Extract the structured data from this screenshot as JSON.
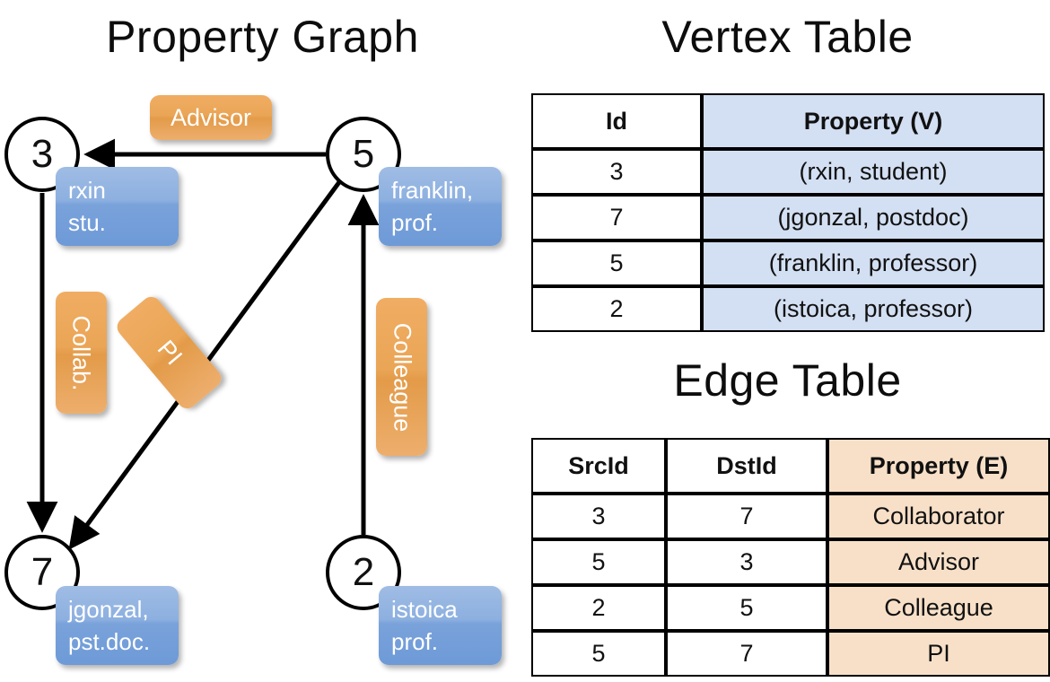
{
  "graph": {
    "title": "Property Graph",
    "nodes": [
      {
        "id": "3",
        "label_line1": "rxin",
        "label_line2": "stu."
      },
      {
        "id": "5",
        "label_line1": "franklin,",
        "label_line2": "prof."
      },
      {
        "id": "7",
        "label_line1": "jgonzal,",
        "label_line2": "pst.doc."
      },
      {
        "id": "2",
        "label_line1": "istoica",
        "label_line2": "prof."
      }
    ],
    "edge_labels": [
      {
        "text": "Advisor",
        "orientation": "horizontal"
      },
      {
        "text": "Collab.",
        "orientation": "vertical"
      },
      {
        "text": "PI",
        "orientation": "diagonal"
      },
      {
        "text": "Colleague",
        "orientation": "vertical"
      }
    ],
    "colors": {
      "vertex_label": "#7aa2da",
      "edge_label": "#eaa556",
      "stroke": "#000000"
    }
  },
  "vertex_table": {
    "title": "Vertex Table",
    "headers": [
      "Id",
      "Property (V)"
    ],
    "rows": [
      {
        "id": "3",
        "property": "(rxin, student)"
      },
      {
        "id": "7",
        "property": "(jgonzal, postdoc)"
      },
      {
        "id": "5",
        "property": "(franklin, professor)"
      },
      {
        "id": "2",
        "property": "(istoica, professor)"
      }
    ],
    "accent": "#d3dff2"
  },
  "edge_table": {
    "title": "Edge Table",
    "headers": [
      "SrcId",
      "DstId",
      "Property (E)"
    ],
    "rows": [
      {
        "src": "3",
        "dst": "7",
        "property": "Collaborator"
      },
      {
        "src": "5",
        "dst": "3",
        "property": "Advisor"
      },
      {
        "src": "2",
        "dst": "5",
        "property": "Colleague"
      },
      {
        "src": "5",
        "dst": "7",
        "property": "PI"
      }
    ],
    "accent": "#f8e0c8"
  }
}
